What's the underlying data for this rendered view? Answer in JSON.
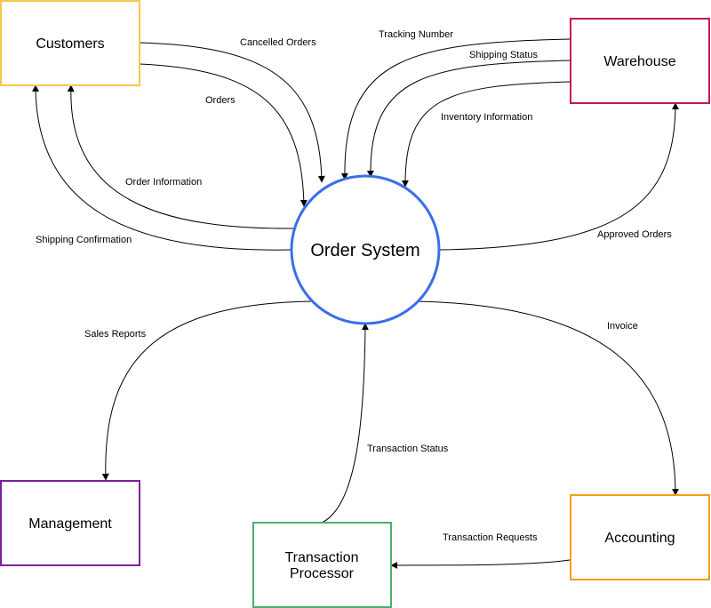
{
  "center": {
    "label": "Order System",
    "color": "#3b6fe8"
  },
  "nodes": {
    "customers": {
      "label": "Customers",
      "color": "#f2c94c"
    },
    "warehouse": {
      "label": "Warehouse",
      "color": "#c2185b"
    },
    "management": {
      "label": "Management",
      "color": "#7b1fa2"
    },
    "transaction_processor": {
      "label_line1": "Transaction",
      "label_line2": "Processor",
      "color": "#4caf6e"
    },
    "accounting": {
      "label": "Accounting",
      "color": "#f59c1a"
    }
  },
  "edges": {
    "cancelled_orders": "Cancelled Orders",
    "orders": "Orders",
    "order_information": "Order Information",
    "shipping_confirmation": "Shipping Confirmation",
    "tracking_number": "Tracking Number",
    "shipping_status": "Shipping Status",
    "inventory_information": "Inventory Information",
    "approved_orders": "Approved Orders",
    "sales_reports": "Sales Reports",
    "invoice": "Invoice",
    "transaction_status": "Transaction Status",
    "transaction_requests": "Transaction Requests"
  }
}
